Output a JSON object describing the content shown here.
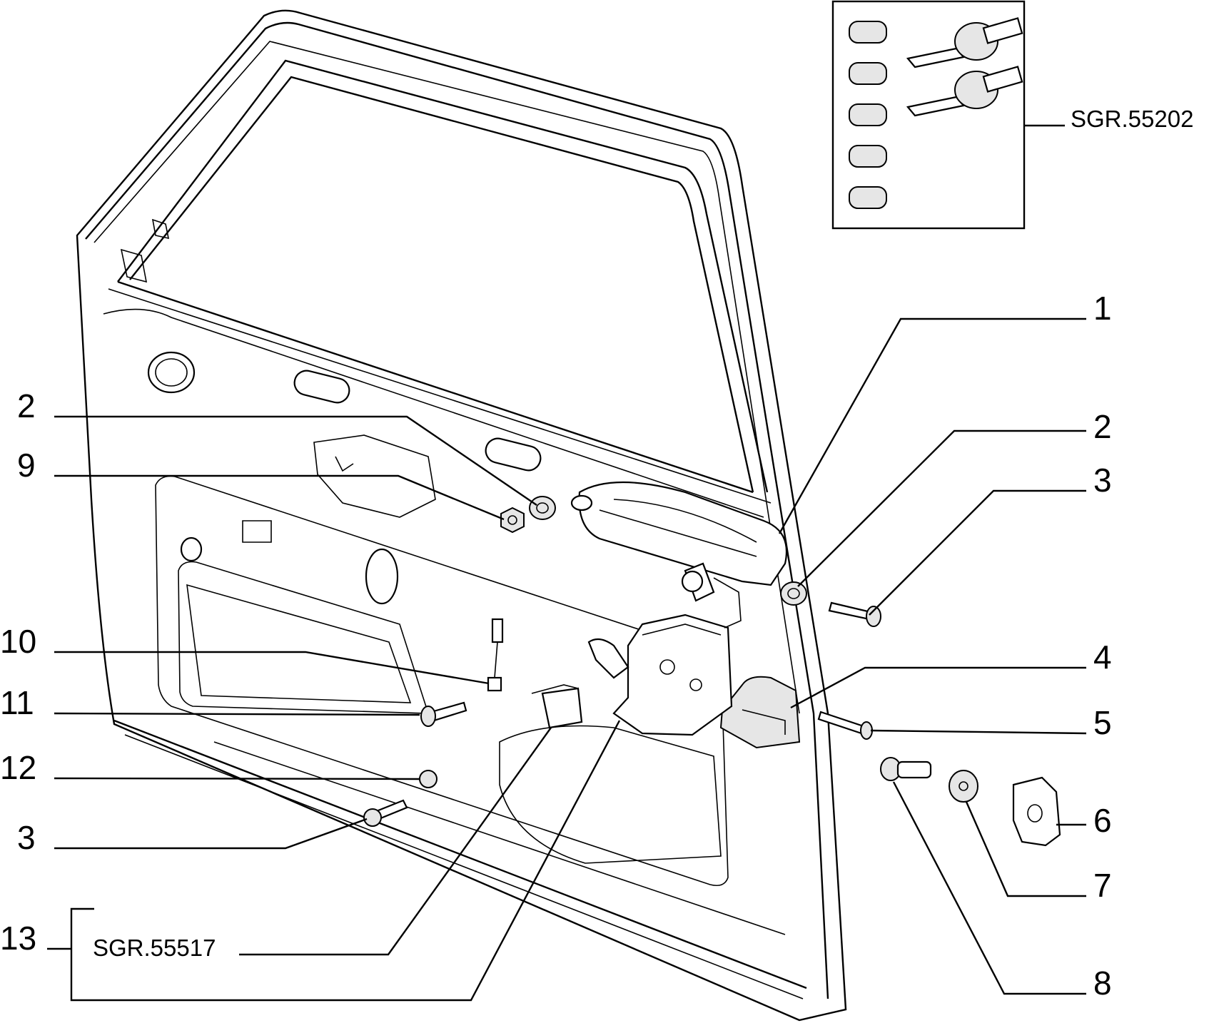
{
  "callouts": [
    {
      "id": "c1",
      "label": "1"
    },
    {
      "id": "c2r",
      "label": "2"
    },
    {
      "id": "c3r",
      "label": "3"
    },
    {
      "id": "c4",
      "label": "4"
    },
    {
      "id": "c5",
      "label": "5"
    },
    {
      "id": "c6",
      "label": "6"
    },
    {
      "id": "c7",
      "label": "7"
    },
    {
      "id": "c8",
      "label": "8"
    },
    {
      "id": "c2l",
      "label": "2"
    },
    {
      "id": "c9",
      "label": "9"
    },
    {
      "id": "c10",
      "label": "10"
    },
    {
      "id": "c11",
      "label": "11"
    },
    {
      "id": "c12",
      "label": "12"
    },
    {
      "id": "c3l",
      "label": "3"
    },
    {
      "id": "c13",
      "label": "13"
    }
  ],
  "references": {
    "lock_kit": "SGR.55202",
    "sub_assembly": "SGR.55517"
  }
}
